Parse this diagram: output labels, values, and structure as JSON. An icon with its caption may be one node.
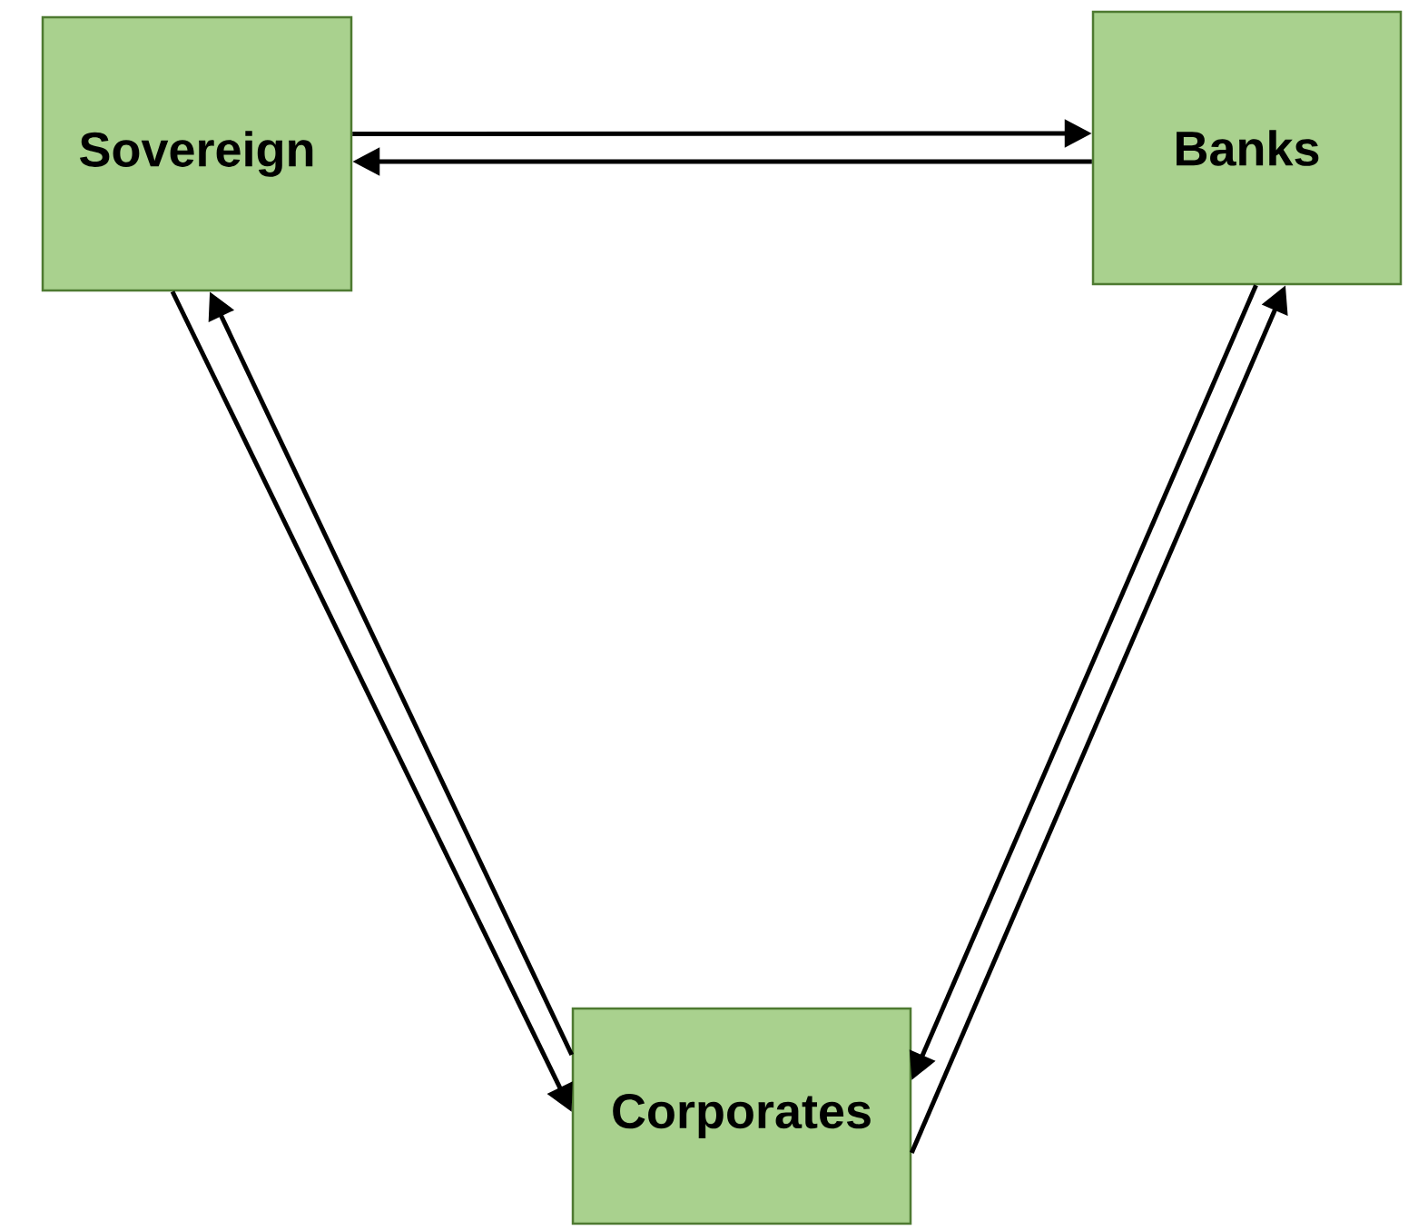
{
  "diagram": {
    "nodes": [
      {
        "text": [
          "Sovereign"
        ]
      },
      {
        "text": [
          "Banks"
        ]
      },
      {
        "text": [
          "Corporates"
        ]
      }
    ],
    "edges": [
      {
        "from": 0,
        "to": 1,
        "arrow": "to"
      },
      {
        "from": 1,
        "to": 0,
        "arrow": "to"
      },
      {
        "from": 0,
        "to": 2,
        "arrow": "to"
      },
      {
        "from": 2,
        "to": 0,
        "arrow": "to"
      },
      {
        "from": 1,
        "to": 2,
        "arrow": "to"
      },
      {
        "from": 2,
        "to": 1,
        "arrow": "to"
      }
    ]
  }
}
